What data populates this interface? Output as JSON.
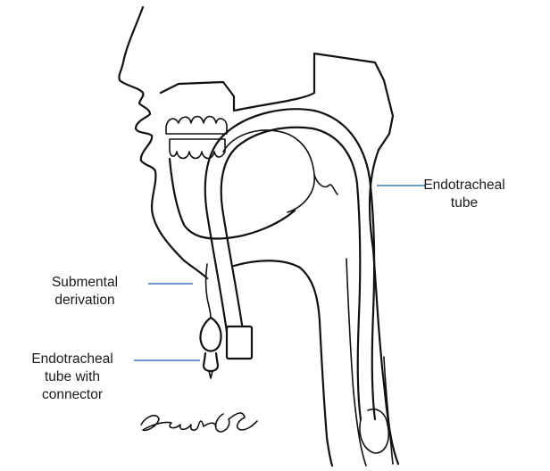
{
  "labels": {
    "endotracheal_tube": {
      "line1": "Endotracheal",
      "line2": "tube"
    },
    "submental_derivation": {
      "line1": "Submental",
      "line2": "derivation"
    },
    "tube_with_connector": {
      "line1": "Endotracheal",
      "line2": "tube with",
      "line3": "connector"
    }
  },
  "colors": {
    "leader_line": "#3a78b8",
    "ink": "#111111",
    "background": "#ffffff"
  },
  "signature": "Eugenio GC"
}
